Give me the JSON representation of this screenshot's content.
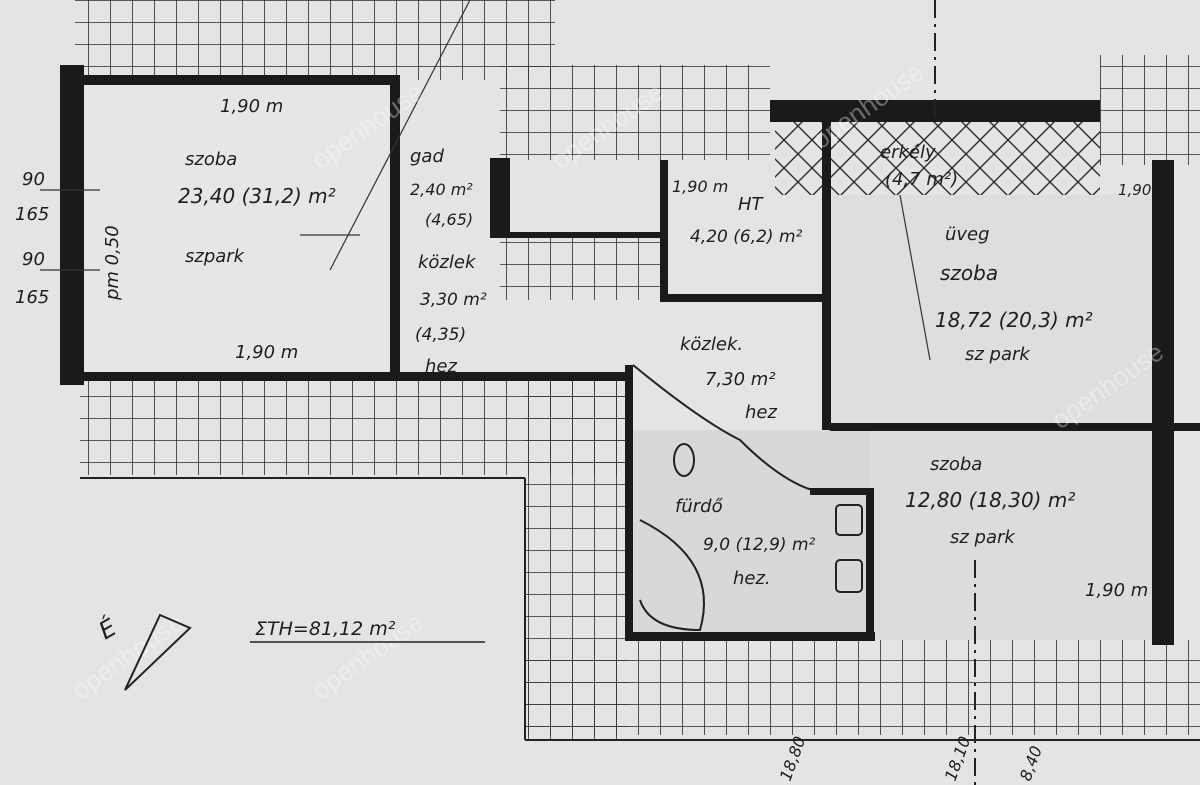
{
  "watermark": "openhouse",
  "rooms": {
    "living": {
      "top_dim": "1,90 m",
      "name": "szoba",
      "area": "23,40 (31,2) m²",
      "floor": "szpark",
      "bottom_dim": "1,90 m",
      "window_dims": [
        "90",
        "165",
        "90",
        "165"
      ],
      "parapet": "pm 0,50"
    },
    "storage": {
      "name": "gad",
      "area": "2,40 m²",
      "gross": "(4,65)"
    },
    "hall1": {
      "name": "közlek",
      "area": "3,30 m²",
      "gross": "(4,35)",
      "floor": "hez"
    },
    "utility": {
      "dim": "1,90 m",
      "name": "HT",
      "area": "4,20 (6,2) m²"
    },
    "balcony": {
      "name": "erkély",
      "area": "(4,7 m²)",
      "dim": "1,90"
    },
    "bedroom1": {
      "note": "üveg",
      "name": "szoba",
      "area": "18,72 (20,3) m²",
      "floor": "sz park"
    },
    "hall2": {
      "name": "közlek.",
      "area": "7,30 m²",
      "floor": "hez"
    },
    "bath": {
      "name": "fürdő",
      "area": "9,0 (12,9) m²",
      "floor": "hez."
    },
    "bedroom2": {
      "name": "szoba",
      "area": "12,80 (18,30) m²",
      "floor": "sz park",
      "dim": "1,90 m"
    }
  },
  "total": "ΣTH=81,12 m²",
  "north": "É",
  "bottom_dims": [
    "18,80",
    "18,10",
    "8,40"
  ]
}
